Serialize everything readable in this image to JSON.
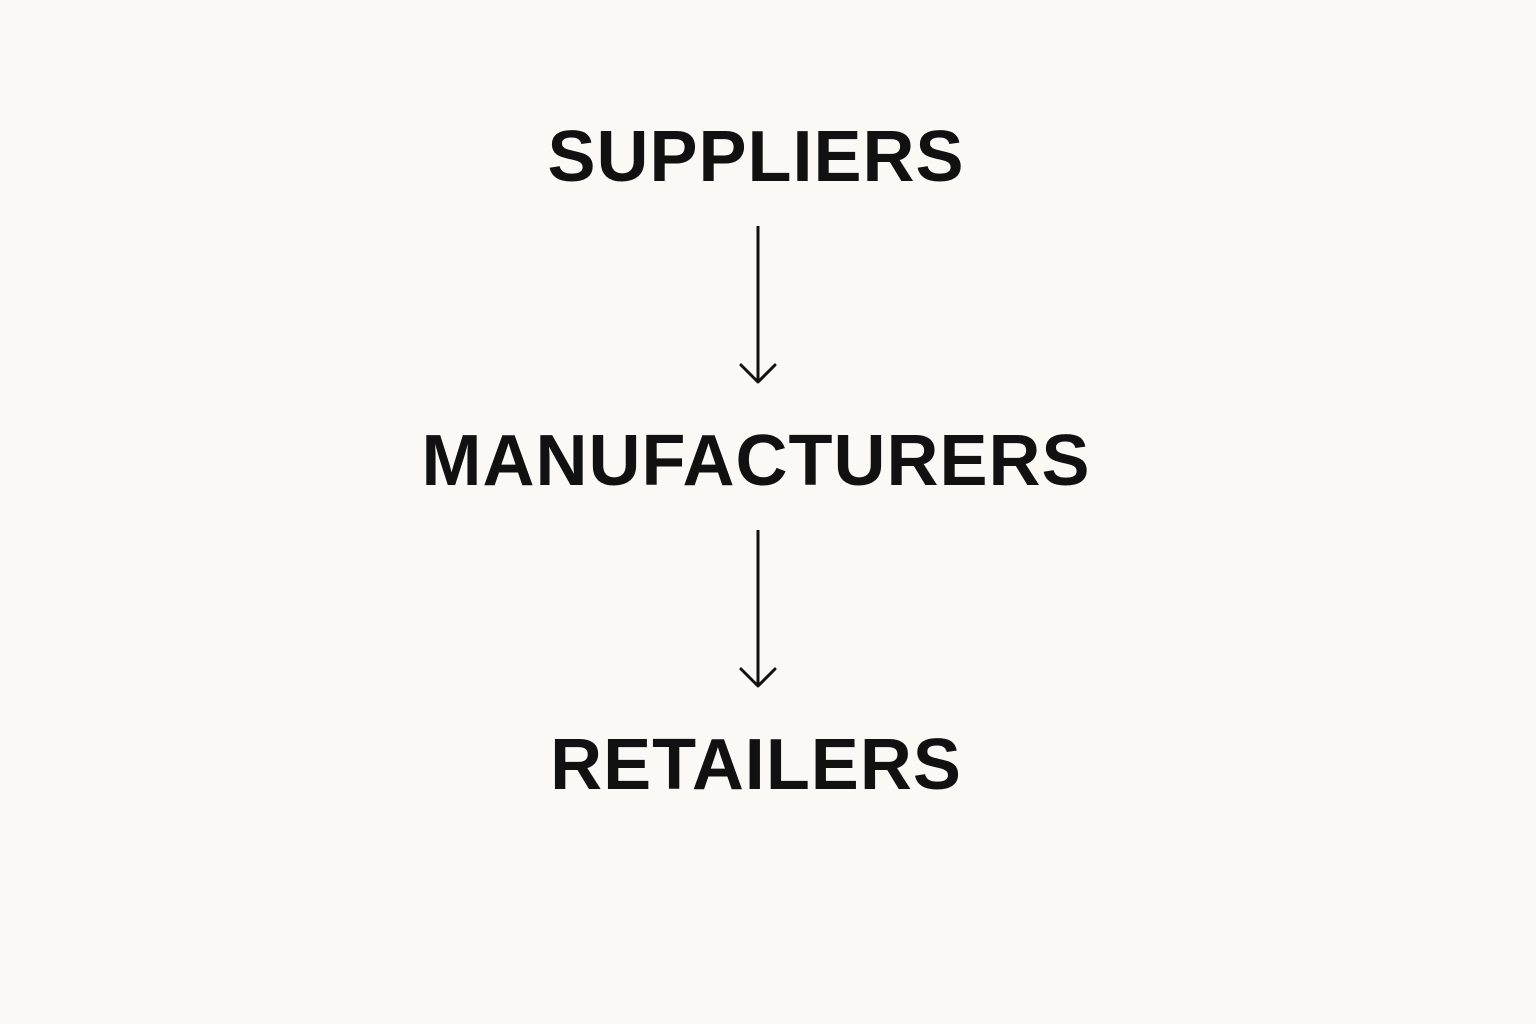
{
  "diagram": {
    "nodes": [
      {
        "id": "suppliers",
        "label": "SUPPLIERS"
      },
      {
        "id": "manufacturers",
        "label": "MANUFACTURERS"
      },
      {
        "id": "retailers",
        "label": "RETAILERS"
      }
    ],
    "edges": [
      {
        "from": "suppliers",
        "to": "manufacturers",
        "direction": "down"
      },
      {
        "from": "manufacturers",
        "to": "retailers",
        "direction": "down"
      }
    ],
    "colors": {
      "background": "#faf9f6",
      "text": "#111111",
      "arrow": "#111111"
    }
  }
}
